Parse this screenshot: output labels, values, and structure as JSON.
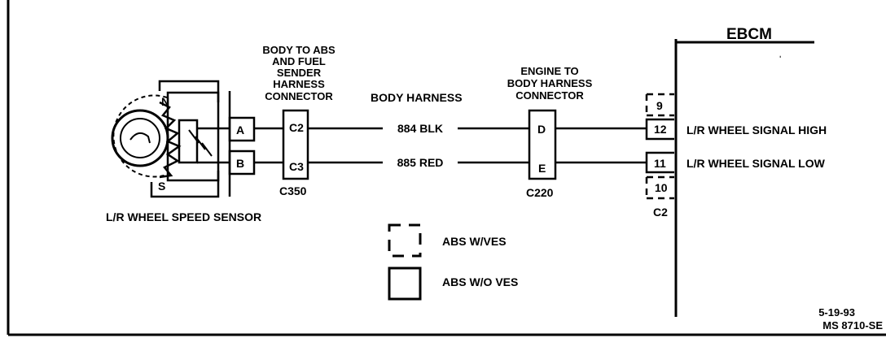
{
  "module": {
    "title": "EBCM",
    "connector_id": "C2",
    "pins": {
      "p9": "9",
      "p12": "12",
      "p11": "11",
      "p10": "10"
    },
    "signal_high": "L/R WHEEL SIGNAL HIGH",
    "signal_low": "L/R WHEEL SIGNAL LOW"
  },
  "sensor": {
    "name": "L/R WHEEL SPEED SENSOR",
    "pole_n": "N",
    "pole_s": "S",
    "pin_a": "A",
    "pin_b": "B"
  },
  "connector_c350": {
    "title_lines": [
      "BODY TO ABS",
      "AND FUEL",
      "SENDER",
      "HARNESS",
      "CONNECTOR"
    ],
    "id": "C350",
    "pin_top": "C2",
    "pin_bottom": "C3"
  },
  "harness": {
    "title": "BODY HARNESS",
    "wire_top": "884 BLK",
    "wire_bottom": "885 RED"
  },
  "connector_c220": {
    "title_lines": [
      "ENGINE TO",
      "BODY HARNESS",
      "CONNECTOR"
    ],
    "id": "C220",
    "pin_top": "D",
    "pin_bottom": "E"
  },
  "legend": {
    "dashed_label": "ABS W/VES",
    "solid_label": "ABS W/O VES"
  },
  "footer": {
    "date": "5-19-93",
    "code": "MS 8710-SE"
  },
  "colors": {
    "line": "#000000",
    "background": "#ffffff"
  }
}
